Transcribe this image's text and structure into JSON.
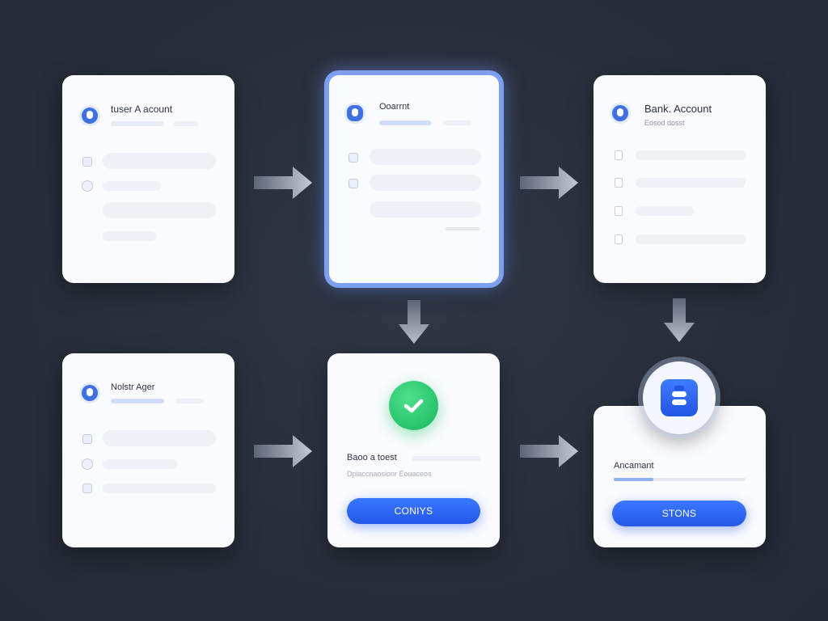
{
  "cards": {
    "top_left": {
      "title": "tuser A acount"
    },
    "top_middle": {
      "title": "Ooarrnt"
    },
    "top_right": {
      "title": "Bank. Account",
      "subtitle": "Eosod dosst"
    },
    "bottom_left": {
      "title": "Nolstr Ager"
    },
    "bottom_middle": {
      "title": "Baoo a toest",
      "subtitle": "Dpiaccnaosionr Eouaceos",
      "button_label": "CONIYS"
    },
    "bottom_right": {
      "title": "Ancamant",
      "progress": 0.3,
      "button_label": "STONS"
    }
  },
  "colors": {
    "background": "#262c38",
    "accent_blue": "#2f68f2",
    "success_green": "#2ecc71",
    "active_border": "#7d9ff0"
  },
  "icons": [
    "user-avatar-icon",
    "checkmark-icon",
    "bank-icon",
    "arrow-right-icon",
    "arrow-down-icon"
  ]
}
